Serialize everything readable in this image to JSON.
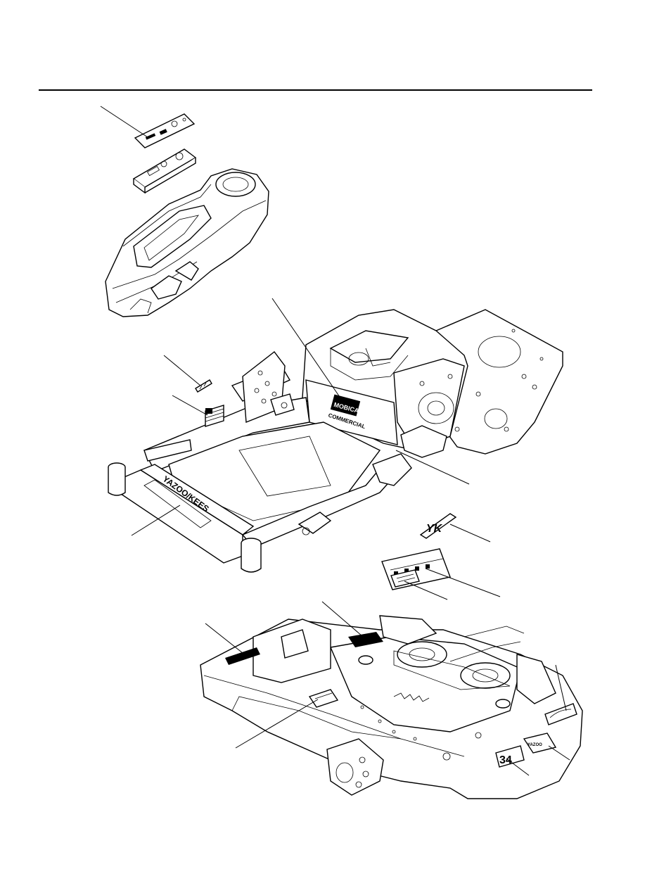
{
  "decal_text": {
    "frame_brand": "MOBICANT",
    "frame_commercial": "COMMERCIAL",
    "bumper_name": "YAZOO/KEES",
    "yk_logo": "YK",
    "deck_size": "34",
    "deck_brand": "YAZOO"
  },
  "colors": {
    "line": "#000000",
    "paper": "#ffffff"
  }
}
